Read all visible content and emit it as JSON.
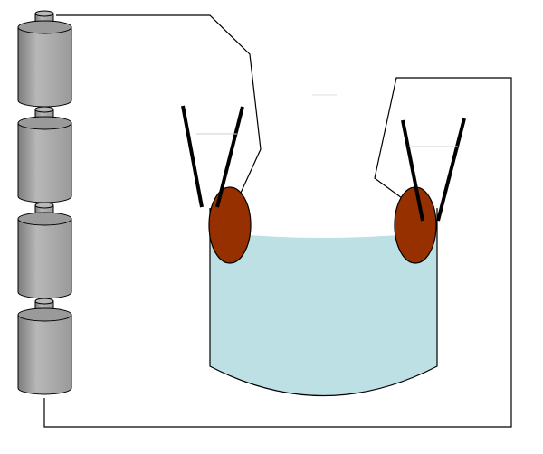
{
  "diagram": {
    "type": "electrolysis-apparatus",
    "components": {
      "battery_cells": 4,
      "beaker_contents": "liquid",
      "electrodes": 2,
      "clips": 2
    },
    "colors": {
      "background": "#ffffff",
      "battery_body": "#9a9a9a",
      "battery_shade": "#7d7d7d",
      "battery_highlight": "#b8b8b8",
      "liquid": "#bde0e4",
      "electrode": "#963000",
      "wire": "#000000",
      "clip": "#000000",
      "outline": "#000000"
    }
  }
}
